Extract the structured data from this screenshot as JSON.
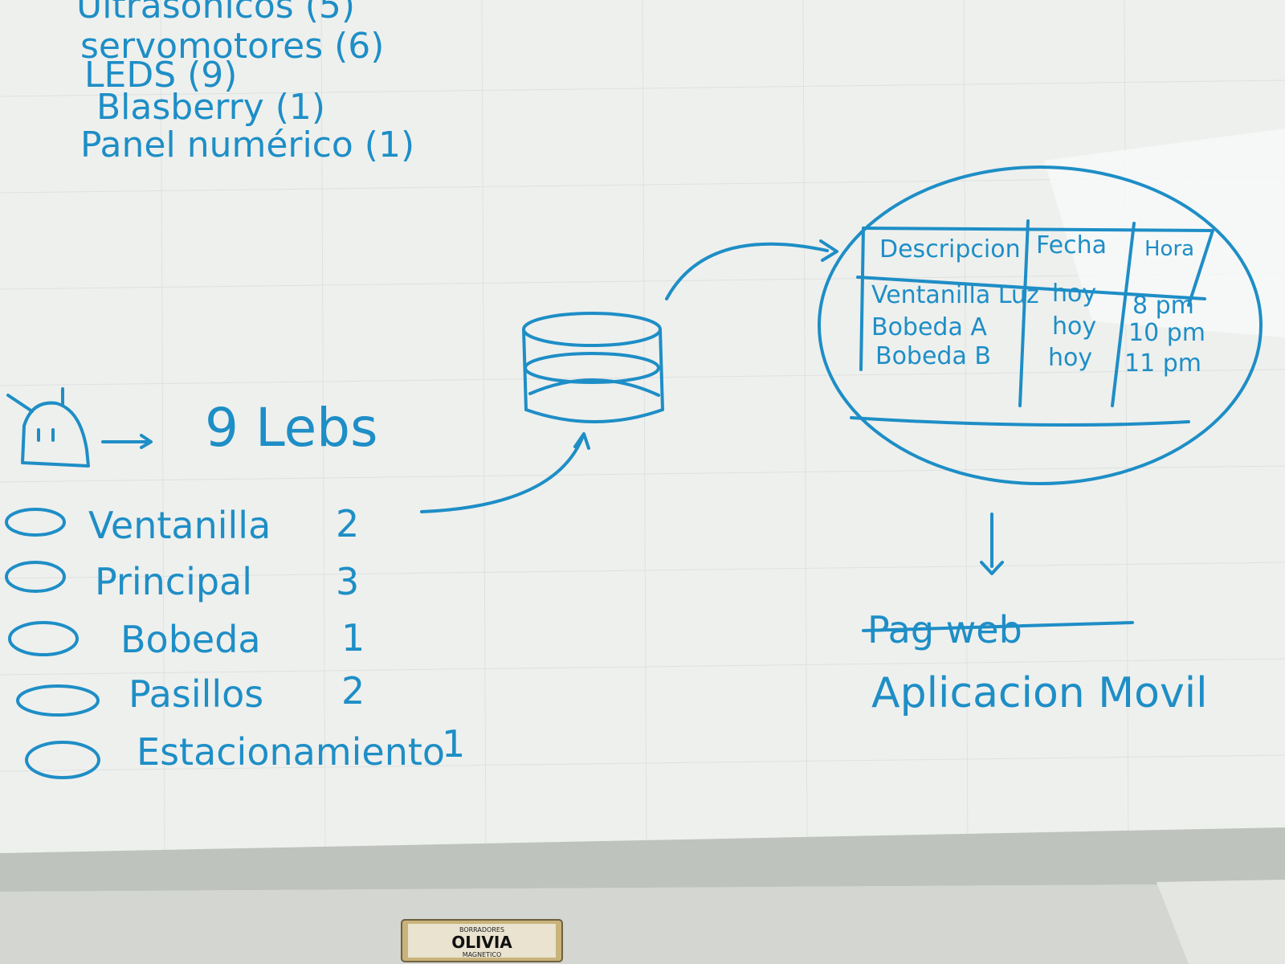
{
  "colors": {
    "ink": "#1e8ec6",
    "board": "#eef0ee",
    "tray": "#c9ccc6"
  },
  "components": [
    {
      "text": "Ultrasónicos (5)"
    },
    {
      "text": "servomotores (6)"
    },
    {
      "text": "LEDS (9)"
    },
    {
      "text": "Blasberry (1)"
    },
    {
      "text": "Panel numérico (1)"
    }
  ],
  "robot_label": "9 Lebs",
  "rooms": [
    {
      "name": "Ventanilla",
      "count": "2"
    },
    {
      "name": "Principal",
      "count": "3"
    },
    {
      "name": "Bobeda",
      "count": "1"
    },
    {
      "name": "Pasillos",
      "count": "2"
    },
    {
      "name": "Estacionamiento",
      "count": "1"
    }
  ],
  "table": {
    "headers": [
      "Descripcion",
      "Fecha",
      "Hora"
    ],
    "rows": [
      [
        "Ventanilla Luz",
        "hoy",
        "8 pm"
      ],
      [
        "Bobeda A",
        "hoy",
        "10 pm"
      ],
      [
        "Bobeda B",
        "hoy",
        "11 pm"
      ]
    ]
  },
  "crossed_out": "Pag web",
  "output_label": "Aplicacion Movil",
  "eraser": {
    "top": "BORRADORES",
    "brand": "OLIVIA",
    "bottom": "MAGNETICO"
  },
  "icons": {
    "database": "database-icon",
    "robot": "robot-icon"
  }
}
